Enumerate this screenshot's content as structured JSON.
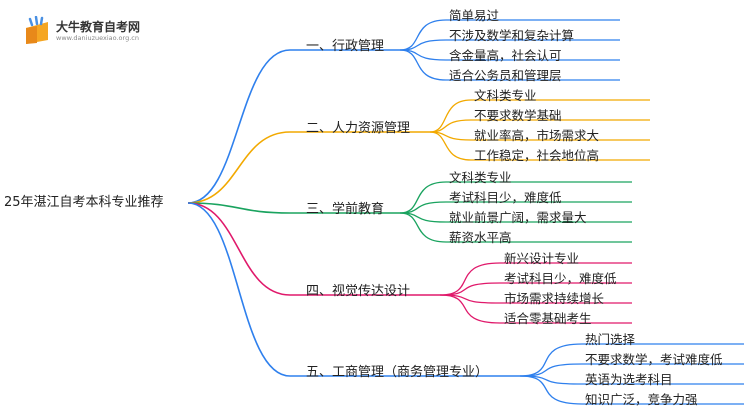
{
  "logo": {
    "title": "大牛教育自考网",
    "url": "www.daniuzuexiao.org.cn"
  },
  "root": {
    "label": "25年湛江自考本科专业推荐"
  },
  "branches": [
    {
      "label": "一、行政管理",
      "color": "#2f80ed",
      "leaves": [
        "简单易过",
        "不涉及数学和复杂计算",
        "含金量高，社会认可",
        "适合公务员和管理层"
      ]
    },
    {
      "label": "二、人力资源管理",
      "color": "#f2a900",
      "leaves": [
        "文科类专业",
        "不要求数学基础",
        "就业率高，市场需求大",
        "工作稳定，社会地位高"
      ]
    },
    {
      "label": "三、学前教育",
      "color": "#1aa35f",
      "leaves": [
        "文科类专业",
        "考试科目少，难度低",
        "就业前景广阔，需求量大",
        "薪资水平高"
      ]
    },
    {
      "label": "四、视觉传达设计",
      "color": "#e0196b",
      "leaves": [
        "新兴设计专业",
        "考试科目少，难度低",
        "市场需求持续增长",
        "适合零基础考生"
      ]
    },
    {
      "label": "五、工商管理（商务管理专业）",
      "color": "#2f80ed",
      "leaves": [
        "热门选择",
        "不要求数学，考试难度低",
        "英语为选考科目",
        "知识广泛，竞争力强"
      ]
    }
  ]
}
